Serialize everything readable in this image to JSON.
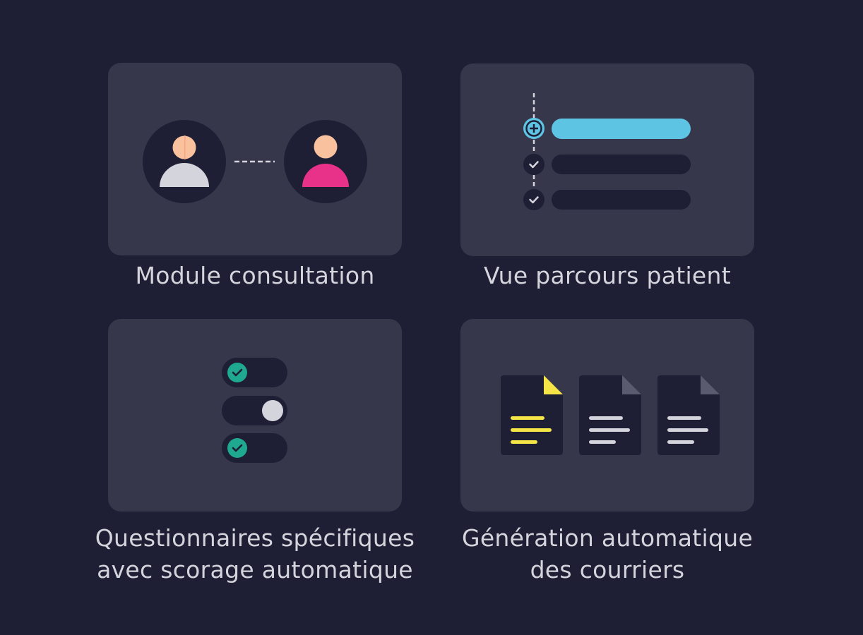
{
  "features": [
    {
      "lines": [
        "Module consultation"
      ]
    },
    {
      "lines": [
        "Vue parcours patient"
      ]
    },
    {
      "lines": [
        "Questionnaires spécifiques",
        "avec scorage automatique"
      ]
    },
    {
      "lines": [
        "Génération automatique",
        "des courriers"
      ]
    }
  ],
  "colors": {
    "background": "#1e1e34",
    "card": "#36374b",
    "dark": "#1e1e34",
    "skin": "#f9c19e",
    "gray": "#d4d5dc",
    "pink": "#e8328a",
    "blue": "#5ec4e4",
    "teal": "#1fa991",
    "yellow": "#f6e547"
  },
  "icons": {
    "consultation": [
      "user-icon",
      "user-icon"
    ],
    "parcours": [
      "plus-icon",
      "check-icon",
      "check-icon"
    ],
    "questionnaire": [
      "check-icon",
      "toggle-off",
      "check-icon"
    ],
    "courriers": [
      "document-icon",
      "document-icon",
      "document-icon"
    ]
  }
}
